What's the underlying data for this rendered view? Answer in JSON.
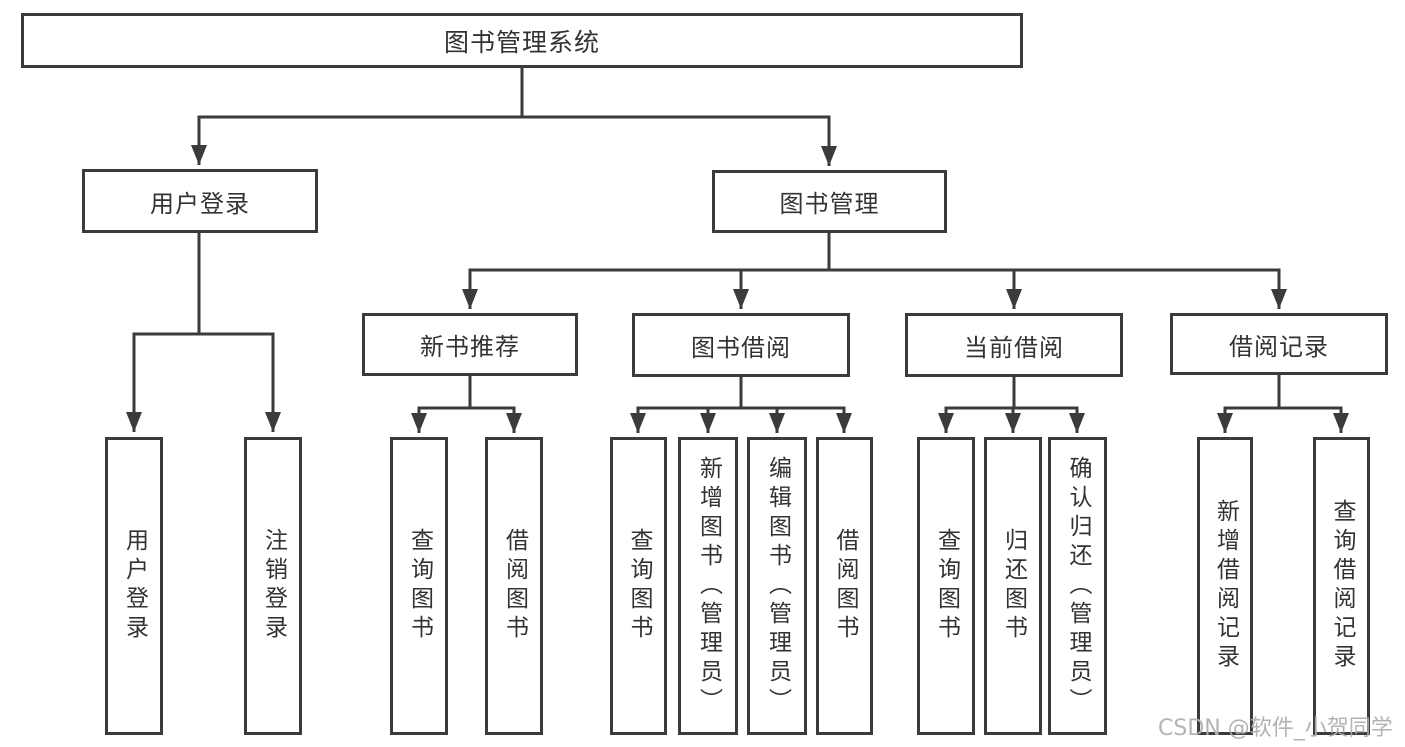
{
  "colors": {
    "border": "#3b3b3b",
    "line": "#3b3b3b",
    "text": "#333333",
    "background": "#ffffff",
    "watermark": "#afafaf"
  },
  "tree": {
    "root": "图书管理系统",
    "branches": [
      {
        "label": "用户登录",
        "children": [
          "用户登录",
          "注销登录"
        ]
      },
      {
        "label": "图书管理",
        "groups": [
          {
            "label": "新书推荐",
            "children": [
              "查询图书",
              "借阅图书"
            ]
          },
          {
            "label": "图书借阅",
            "children": [
              "查询图书",
              "新增图书（管理员）",
              "编辑图书（管理员）",
              "借阅图书"
            ]
          },
          {
            "label": "当前借阅",
            "children": [
              "查询图书",
              "归还图书",
              "确认归还（管理员）"
            ]
          },
          {
            "label": "借阅记录",
            "children": [
              "新增借阅记录",
              "查询借阅记录"
            ]
          }
        ]
      }
    ]
  },
  "watermark": "CSDN @软件_小贺同学"
}
